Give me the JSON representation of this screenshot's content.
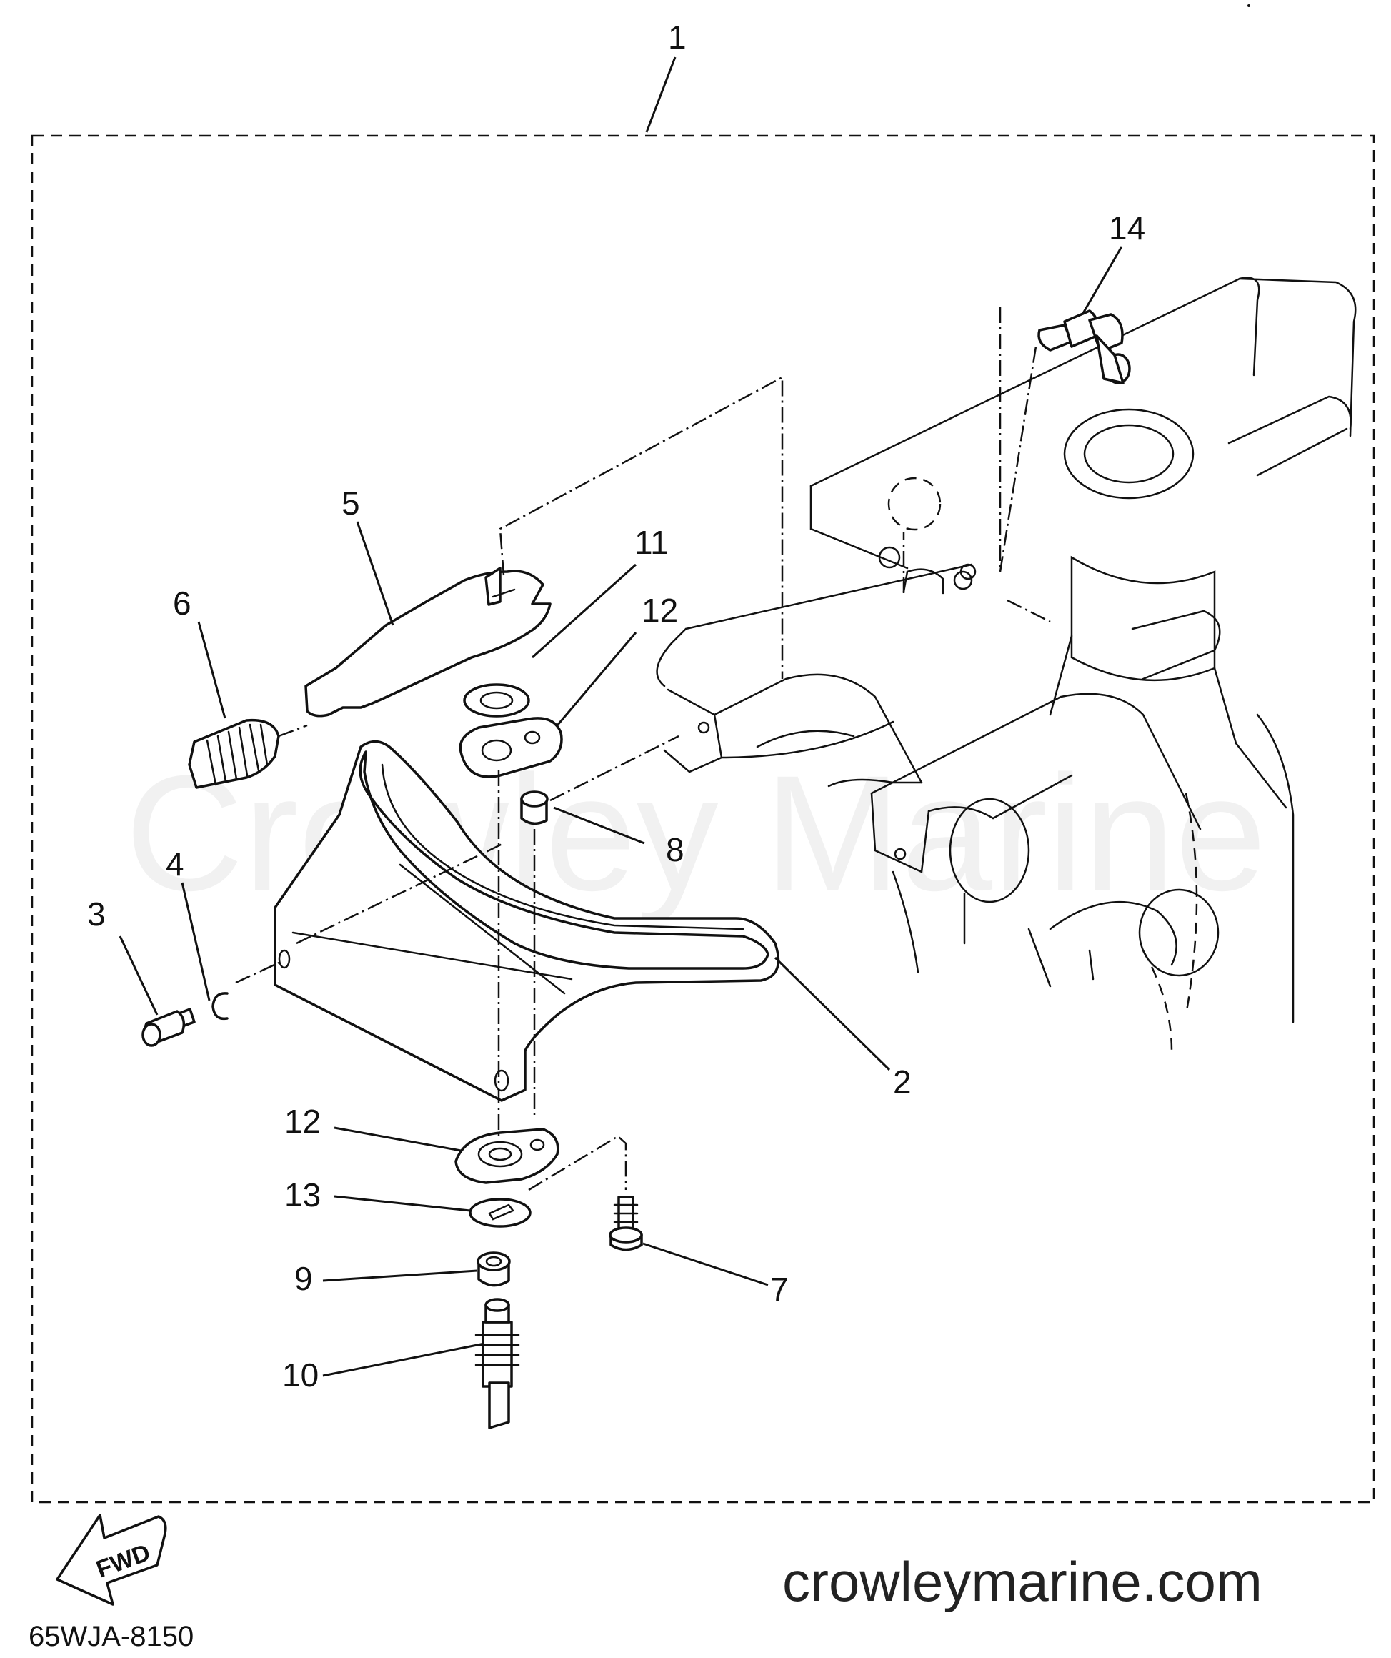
{
  "diagram": {
    "watermark": "Crowley Marine",
    "site_url": "crowleymarine.com",
    "diagram_code": "65WJA-8150",
    "fwd_label": "FWD",
    "callouts": [
      {
        "id": "1",
        "text": "1"
      },
      {
        "id": "2",
        "text": "2"
      },
      {
        "id": "3",
        "text": "3"
      },
      {
        "id": "4",
        "text": "4"
      },
      {
        "id": "5",
        "text": "5"
      },
      {
        "id": "6",
        "text": "6"
      },
      {
        "id": "7",
        "text": "7"
      },
      {
        "id": "8",
        "text": "8"
      },
      {
        "id": "9",
        "text": "9"
      },
      {
        "id": "10",
        "text": "10"
      },
      {
        "id": "11",
        "text": "11"
      },
      {
        "id": "12a",
        "text": "12"
      },
      {
        "id": "12b",
        "text": "12"
      },
      {
        "id": "13",
        "text": "13"
      },
      {
        "id": "14",
        "text": "14"
      }
    ]
  }
}
